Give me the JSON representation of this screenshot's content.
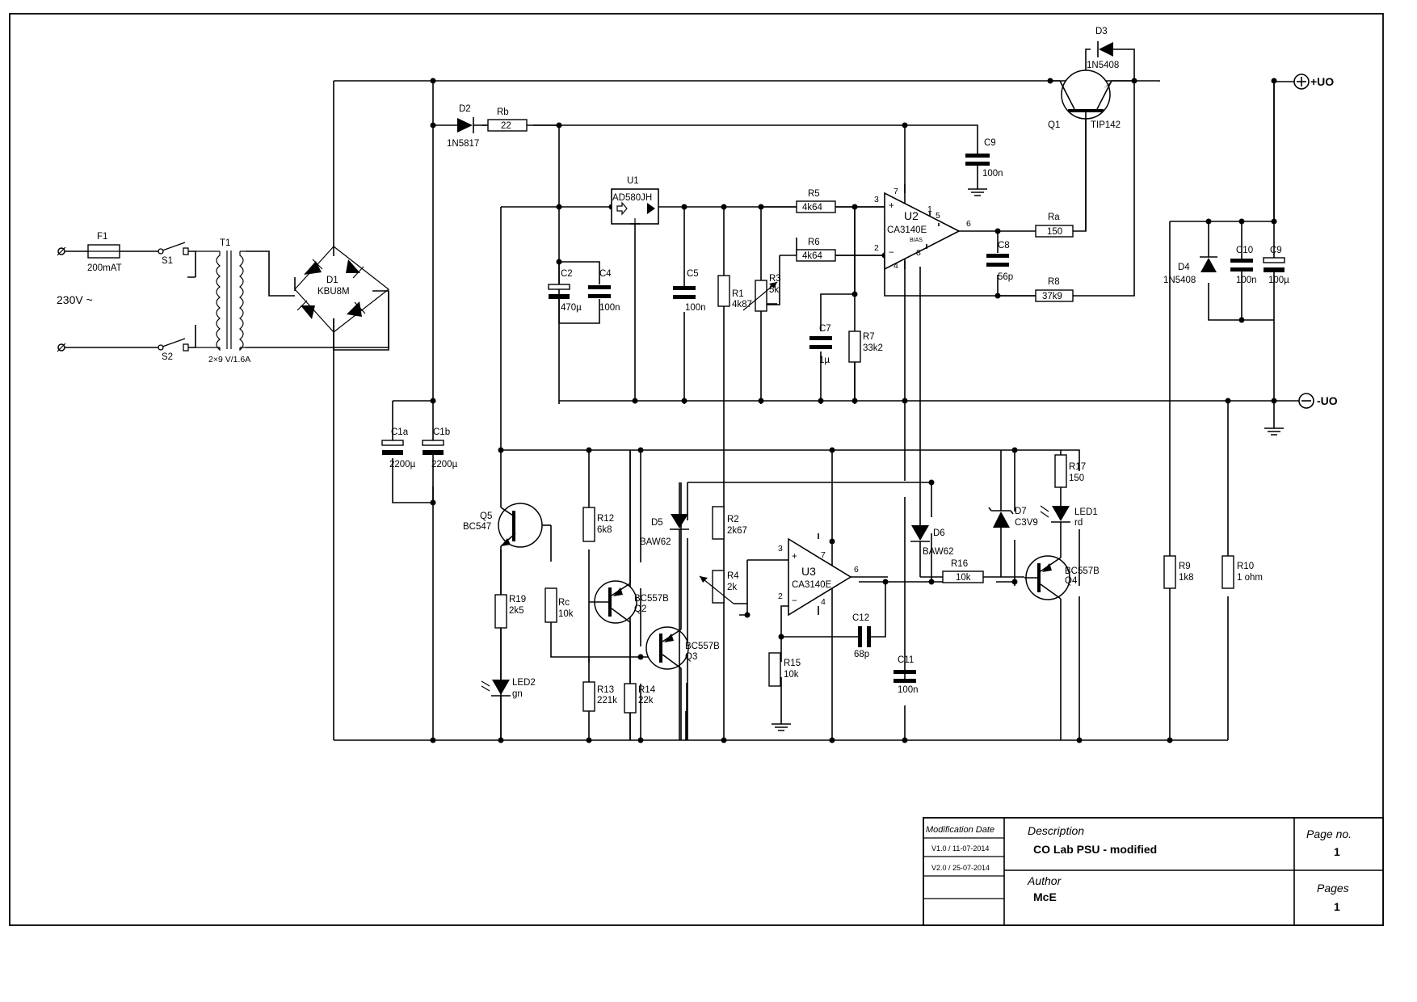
{
  "title_block": {
    "mod_header": "Modification Date",
    "mod_rows": [
      "V1.0 / 11-07-2014",
      "V2.0 / 25-07-2014"
    ],
    "description_label": "Description",
    "description": "CO Lab PSU - modified",
    "author_label": "Author",
    "author": "McE",
    "page_no_label": "Page no.",
    "page_no": "1",
    "pages_label": "Pages",
    "pages": "1"
  },
  "terminals": {
    "pos_out": "+UO",
    "neg_out": "-UO",
    "mains": "230V ~"
  },
  "components": {
    "F1": {
      "ref": "F1",
      "value": "200mAT"
    },
    "S1": {
      "ref": "S1"
    },
    "S2": {
      "ref": "S2"
    },
    "T1": {
      "ref": "T1",
      "value": "2×9 V/1.6A"
    },
    "D1": {
      "ref": "D1",
      "value": "KBU8M"
    },
    "D2": {
      "ref": "D2",
      "value": "1N5817"
    },
    "Rb": {
      "ref": "Rb",
      "value": "22"
    },
    "D3": {
      "ref": "D3",
      "value": "1N5408"
    },
    "Q1": {
      "ref": "Q1",
      "value": "TIP142"
    },
    "C9a": {
      "ref": "C9",
      "value": "100n"
    },
    "U1": {
      "ref": "U1",
      "value": "AD580JH"
    },
    "R5": {
      "ref": "R5",
      "value": "4k64"
    },
    "R6": {
      "ref": "R6",
      "value": "4k64"
    },
    "U2": {
      "ref": "U2",
      "value": "CA3140E",
      "bias": "BIAS",
      "pins": {
        "p7": "7",
        "p3": "3",
        "p2": "2",
        "p4": "4",
        "p6": "6",
        "p8": "8",
        "p5": "5",
        "p1": "1",
        "plus": "+",
        "minus": "−"
      }
    },
    "Ra": {
      "ref": "Ra",
      "value": "150"
    },
    "C8": {
      "ref": "C8",
      "value": "56p"
    },
    "R8": {
      "ref": "R8",
      "value": "37k9"
    },
    "D4": {
      "ref": "D4",
      "value": "1N5408"
    },
    "C10": {
      "ref": "C10",
      "value": "100n"
    },
    "C9b": {
      "ref": "C9",
      "value": "100µ"
    },
    "C2": {
      "ref": "C2",
      "value": "470µ"
    },
    "C4": {
      "ref": "C4",
      "value": "100n"
    },
    "C5": {
      "ref": "C5",
      "value": "100n"
    },
    "R1": {
      "ref": "R1",
      "value": "4k87"
    },
    "R3": {
      "ref": "R3",
      "value": "5k"
    },
    "C7": {
      "ref": "C7",
      "value": "1µ"
    },
    "R7": {
      "ref": "R7",
      "value": "33k2"
    },
    "C1a": {
      "ref": "C1a",
      "value": "2200µ"
    },
    "C1b": {
      "ref": "C1b",
      "value": "2200µ"
    },
    "Q5": {
      "ref": "Q5",
      "value": "BC547"
    },
    "R19": {
      "ref": "R19",
      "value": "2k5"
    },
    "LED2": {
      "ref": "LED2",
      "value": "gn"
    },
    "Rc": {
      "ref": "Rc",
      "value": "10k"
    },
    "R12": {
      "ref": "R12",
      "value": "6k8"
    },
    "Q2": {
      "ref": "Q2",
      "value": "BC557B"
    },
    "Q3": {
      "ref": "Q3",
      "value": "BC557B"
    },
    "R13": {
      "ref": "R13",
      "value": "221k"
    },
    "R14": {
      "ref": "R14",
      "value": "22k"
    },
    "D5": {
      "ref": "D5",
      "value": "BAW62"
    },
    "R2": {
      "ref": "R2",
      "value": "2k67"
    },
    "R4": {
      "ref": "R4",
      "value": "2k"
    },
    "U3": {
      "ref": "U3",
      "value": "CA3140E",
      "pins": {
        "p3": "3",
        "p2": "2",
        "p7": "7",
        "p4": "4",
        "p6": "6",
        "plus": "+",
        "minus": "−"
      }
    },
    "R15": {
      "ref": "R15",
      "value": "10k"
    },
    "C12": {
      "ref": "C12",
      "value": "68p"
    },
    "C11": {
      "ref": "C11",
      "value": "100n"
    },
    "D6": {
      "ref": "D6",
      "value": "BAW62"
    },
    "R16": {
      "ref": "R16",
      "value": "10k"
    },
    "D7": {
      "ref": "D7",
      "value": "C3V9"
    },
    "R17": {
      "ref": "R17",
      "value": "150"
    },
    "LED1": {
      "ref": "LED1",
      "value": "rd"
    },
    "Q4": {
      "ref": "Q4",
      "value": "BC557B"
    },
    "R9": {
      "ref": "R9",
      "value": "1k8"
    },
    "R10": {
      "ref": "R10",
      "value": "1 ohm"
    }
  }
}
